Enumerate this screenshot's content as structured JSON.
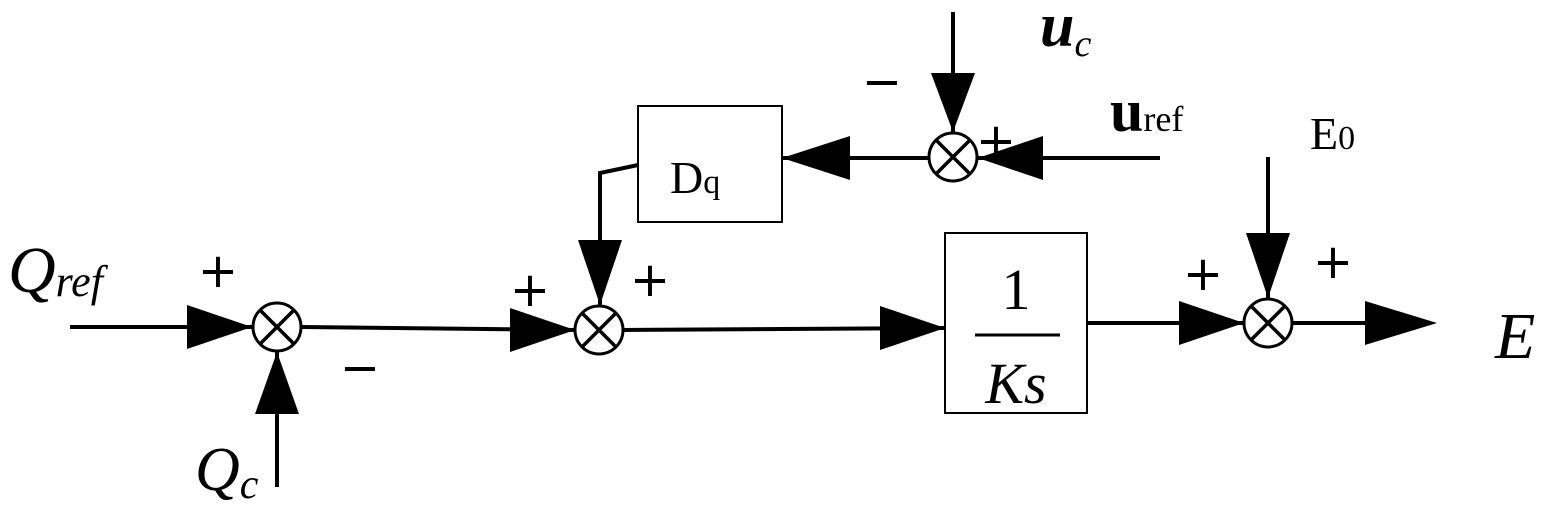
{
  "signals": {
    "q_ref": {
      "base": "Q",
      "sub": "ref"
    },
    "q_c": {
      "base": "Q",
      "sub": "c"
    },
    "u_c": {
      "base": "u",
      "sub": "c"
    },
    "u_ref": {
      "base": "u",
      "sub": "ref"
    },
    "e0": {
      "base": "E",
      "sub": "0"
    },
    "output": "E"
  },
  "blocks": {
    "dq": {
      "base": "D",
      "sub": "q"
    },
    "integrator": {
      "numerator": "1",
      "denominator": "Ks"
    }
  },
  "signs": {
    "j1_top": "+",
    "j1_bottom": "−",
    "j2_left": "+",
    "j2_top": "+",
    "j3_top": "−",
    "j3_right": "+",
    "j4_left": "+",
    "j4_right": "+"
  }
}
